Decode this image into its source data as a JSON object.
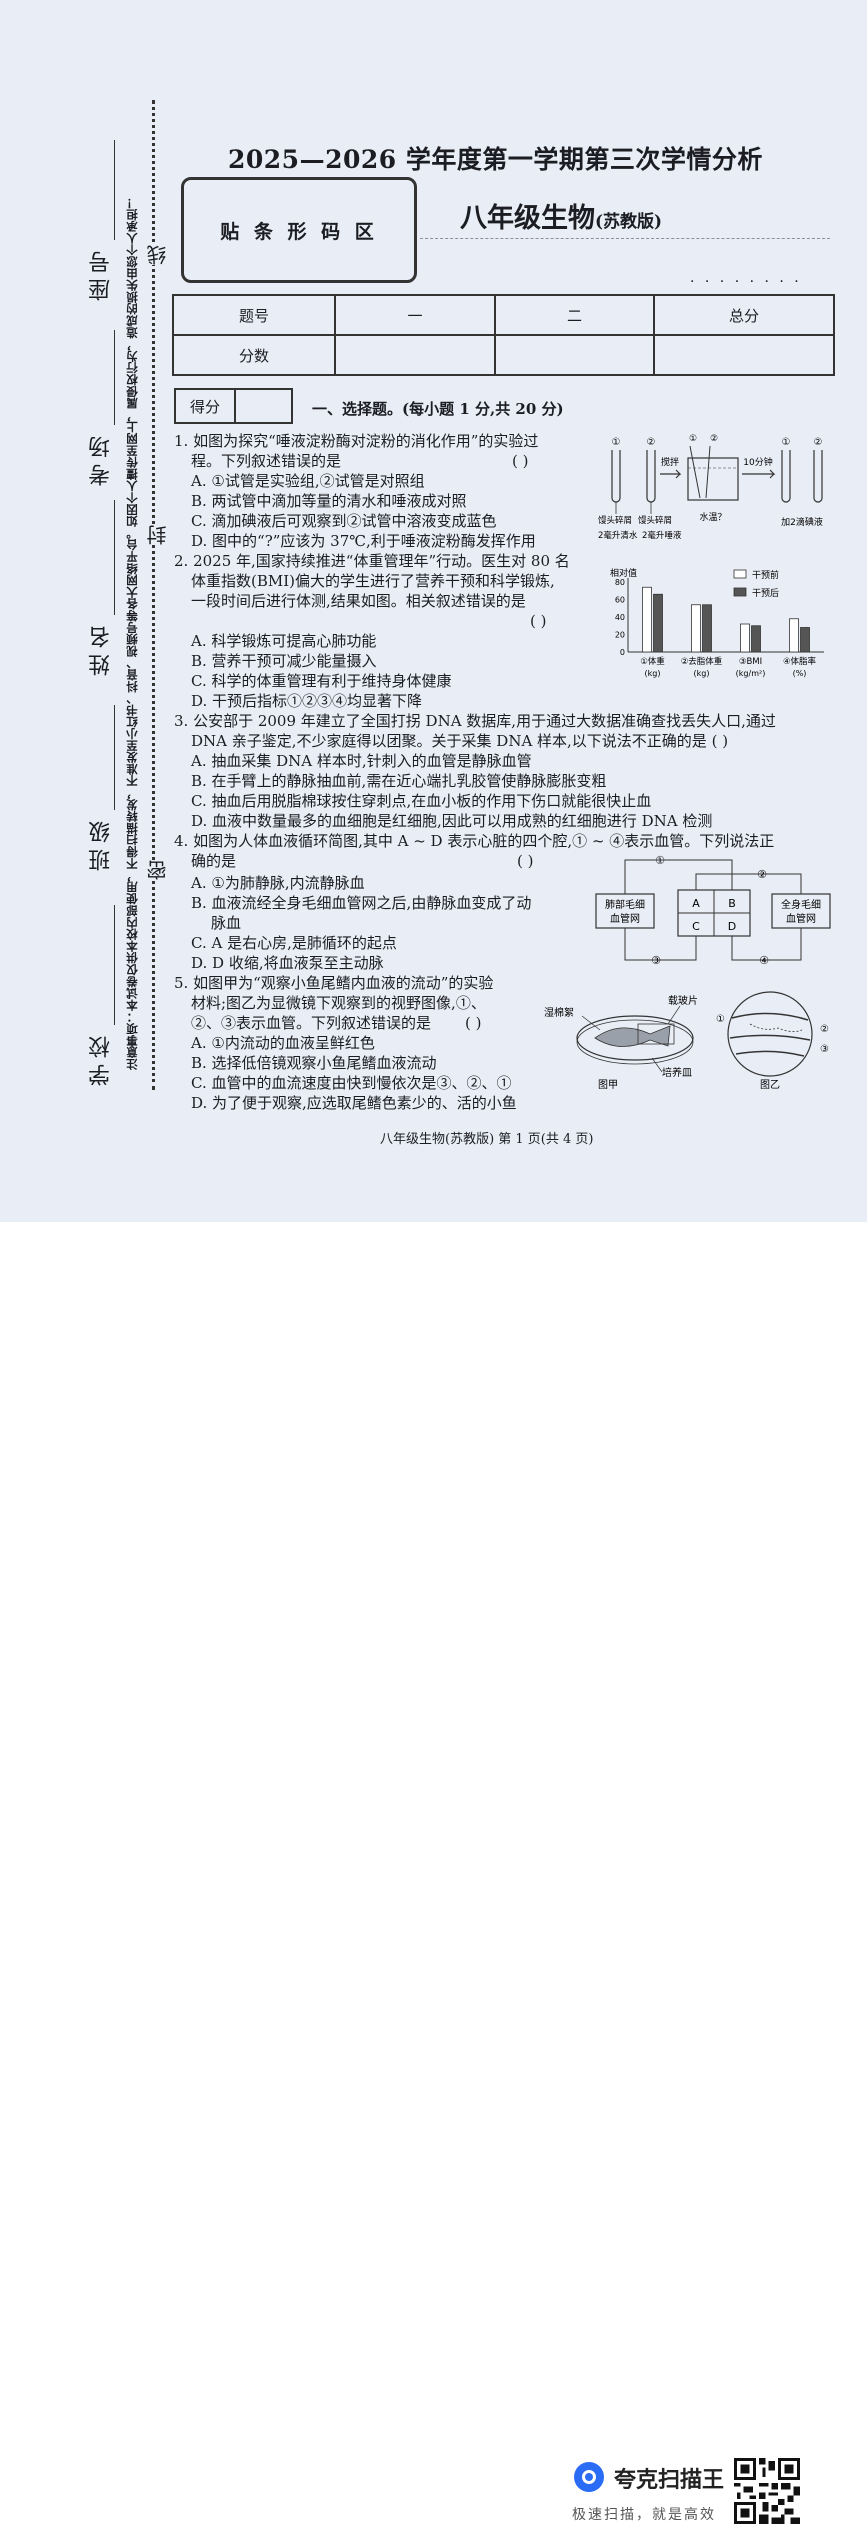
{
  "header": {
    "title": "2025—2026 学年度第一学期第三次学情分析",
    "barcode_area": "贴 条 形 码 区",
    "subject": "八年级生物",
    "edition": "(苏教版)"
  },
  "margin": {
    "notice": "注意事项：本试卷仅供本校内部使用，不得扫描转发，不准发至小红书、抖音、视频号等各大网络平台。如因个人擅传至网上，属侵权行为，造成的损失由您个人承担！",
    "seat_label": "座号",
    "room_label": "考场",
    "name_label": "姓名",
    "class_label": "班级",
    "school_label": "学校",
    "xian": "线",
    "feng": "封",
    "mi": "密"
  },
  "score_table": {
    "row1": [
      "题号",
      "一",
      "二",
      "总分"
    ],
    "row2": [
      "分数",
      "",
      "",
      ""
    ]
  },
  "defen": "得分",
  "section1": "一、选择题。(每小题 1 分,共 20 分)",
  "questions": {
    "q1": {
      "l1": "1. 如图为探究“唾液淀粉酶对淀粉的消化作用”的实验过",
      "l2": "程。下列叙述错误的是",
      "bracket": "(        )",
      "a": "A. ①试管是实验组,②试管是对照组",
      "b": "B. 两试管中滴加等量的清水和唾液成对照",
      "c": "C. 滴加碘液后可观察到②试管中溶液变成蓝色",
      "d": "D. 图中的“?”应该为 37℃,利于唾液淀粉酶发挥作用",
      "fig": {
        "t1": "①",
        "t2": "②",
        "t3": "①",
        "t4": "②",
        "t5": "①",
        "t6": "②",
        "stir": "搅拌",
        "wait": "10分钟",
        "lab1": "馒头碎屑",
        "lab2": "馒头碎屑",
        "lab3": "2毫升清水",
        "lab4": "2毫升唾液",
        "water": "水温？",
        "iodine": "加2滴碘液"
      }
    },
    "q2": {
      "l1": "2. 2025 年,国家持续推进“体重管理年”行动。医生对 80 名",
      "l2": "体重指数(BMI)偏大的学生进行了营养干预和科学锻炼,",
      "l3": "一段时间后进行体测,结果如图。相关叙述错误的是",
      "bracket": "(        )",
      "a": "A. 科学锻炼可提高心肺功能",
      "b": "B. 营养干预可减少能量摄入",
      "c": "C. 科学的体重管理有利于维持身体健康",
      "d": "D. 干预后指标①②③④均显著下降"
    },
    "q3": {
      "l1": "3. 公安部于 2009 年建立了全国打拐 DNA 数据库,用于通过大数据准确查找丢失人口,通过",
      "l2": "DNA 亲子鉴定,不少家庭得以团聚。关于采集 DNA 样本,以下说法不正确的是 (        )",
      "a": "A. 抽血采集 DNA 样本时,针刺入的血管是静脉血管",
      "b": "B. 在手臂上的静脉抽血前,需在近心端扎乳胶管使静脉膨胀变粗",
      "c": "C. 抽血后用脱脂棉球按住穿刺点,在血小板的作用下伤口就能很快止血",
      "d": "D. 血液中数量最多的血细胞是红细胞,因此可以用成熟的红细胞进行 DNA 检测"
    },
    "q4": {
      "l1": "4. 如图为人体血液循环简图,其中 A ~ D 表示心脏的四个腔,① ~ ④表示血管。下列说法正",
      "l2": "确的是",
      "bracket": "(        )",
      "a": "A. ①为肺静脉,内流静脉血",
      "b1": "B. 血液流经全身毛细血管网之后,由静脉血变成了动",
      "b2": "脉血",
      "c": "C. A 是右心房,是肺循环的起点",
      "d": "D. D 收缩,将血液泵至主动脉",
      "fig": {
        "lung1": "肺部毛细",
        "lung2": "血管网",
        "body1": "全身毛细",
        "body2": "血管网",
        "A": "A",
        "B": "B",
        "C": "C",
        "D": "D",
        "n1": "①",
        "n2": "②",
        "n3": "③",
        "n4": "④"
      }
    },
    "q5": {
      "l1": "5. 如图甲为“观察小鱼尾鳍内血液的流动”的实验",
      "l2": "材料;图乙为显微镜下观察到的视野图像,①、",
      "l3": "②、③表示血管。下列叙述错误的是",
      "bracket": "(        )",
      "a": "A. ①内流动的血液呈鲜红色",
      "b": "B. 选择低倍镜观察小鱼尾鳍血液流动",
      "c": "C. 血管中的血流速度由快到慢依次是③、②、①",
      "d": "D. 为了便于观察,应选取尾鳍色素少的、活的小鱼",
      "fig": {
        "cotton": "湿棉絮",
        "slide": "载玻片",
        "dish": "培养皿",
        "jia": "图甲",
        "yi": "图乙",
        "n1": "①",
        "n2": "②",
        "n3": "③"
      }
    }
  },
  "chart_data": {
    "type": "bar",
    "ylabel": "相对值",
    "yticks": [
      "0",
      "20",
      "40",
      "60",
      "80"
    ],
    "ylim": [
      0,
      80
    ],
    "categories": [
      "①体重\n(kg)",
      "②去脂体重\n(kg)",
      "③BMI\n(kg/m²)",
      "④体脂率\n(%)"
    ],
    "cat_line1": [
      "①体重",
      "②去脂体重",
      "③BMI",
      "④体脂率"
    ],
    "cat_line2": [
      "(kg)",
      "(kg)",
      "(kg/m²)",
      "(%)"
    ],
    "series": [
      {
        "name": "干预前",
        "values": [
          74,
          54,
          32,
          38
        ],
        "color": "#ffffff"
      },
      {
        "name": "干预后",
        "values": [
          66,
          54,
          30,
          28
        ],
        "color": "#555555"
      }
    ],
    "legend_position": "top-right"
  },
  "footer": "八年级生物(苏教版)  第 1 页(共 4 页)",
  "app": {
    "brand": "夸克扫描王",
    "slogan": "极速扫描，就是高效"
  }
}
